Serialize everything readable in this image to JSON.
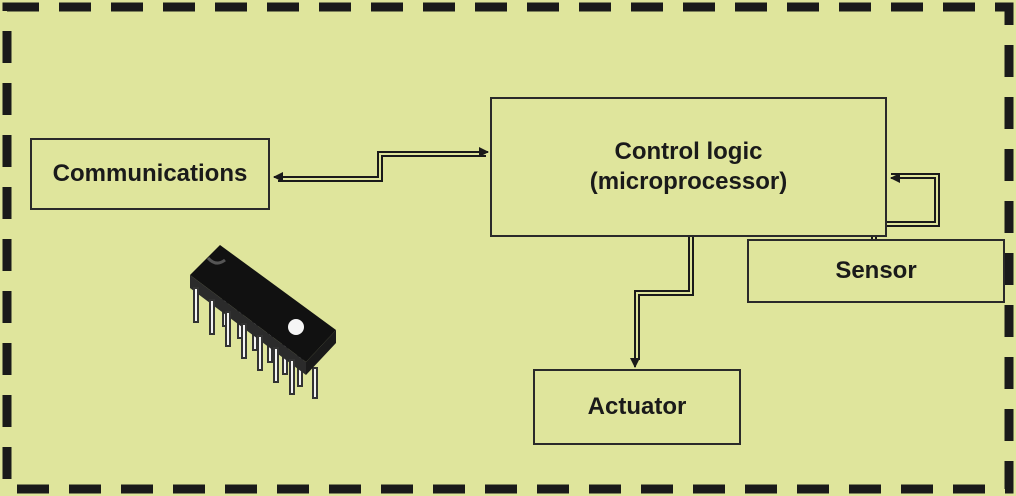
{
  "diagram": {
    "blocks": {
      "control_logic": {
        "line1": "Control logic",
        "line2": "(microprocessor)"
      },
      "communications": {
        "label": "Communications"
      },
      "sensor": {
        "label": "Sensor"
      },
      "actuator": {
        "label": "Actuator"
      }
    },
    "connections": [
      {
        "from": "communications",
        "to": "control_logic",
        "direction": "bidirectional"
      },
      {
        "from": "sensor",
        "to": "control_logic",
        "direction": "one-way"
      },
      {
        "from": "control_logic",
        "to": "actuator",
        "direction": "one-way"
      }
    ],
    "illustration": "microchip-icon",
    "colors": {
      "background": "#dfe59c",
      "line": "#2a2a2a",
      "border_dash": "#1a1a1a"
    }
  }
}
